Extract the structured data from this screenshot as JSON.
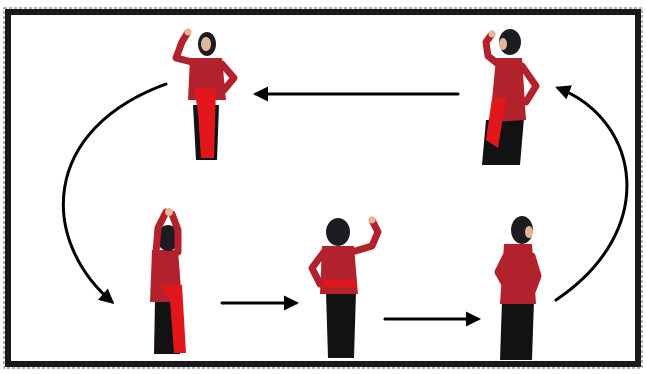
{
  "colors": {
    "background": "#ffffff",
    "frame": "#1a1a1a",
    "arrow": "#000000",
    "shirt": "#b3222c",
    "shirt_shadow": "#8d1820",
    "sash": "#e3161b",
    "pants": "#121212",
    "hijab": "#1c1c22",
    "skin": "#e2b79a"
  },
  "figures": [
    {
      "id": "figure-pose-top-left",
      "facing": "front",
      "raised_arm": "right"
    },
    {
      "id": "figure-pose-top-right",
      "facing": "side-right",
      "raised_arm": "right"
    },
    {
      "id": "figure-pose-bottom-left",
      "facing": "back",
      "raised_arm": "both"
    },
    {
      "id": "figure-pose-bottom-middle",
      "facing": "back",
      "raised_arm": "left"
    },
    {
      "id": "figure-pose-bottom-right",
      "facing": "side-left",
      "raised_arm": "none"
    }
  ],
  "arrows": [
    {
      "id": "arrow-top-right-to-top-left",
      "shape": "straight",
      "direction": "left"
    },
    {
      "id": "arrow-top-left-to-bottom-left",
      "shape": "curved",
      "direction": "down"
    },
    {
      "id": "arrow-bottom-left-to-bottom-middle",
      "shape": "straight",
      "direction": "right"
    },
    {
      "id": "arrow-bottom-middle-to-bottom-right",
      "shape": "straight",
      "direction": "right"
    },
    {
      "id": "arrow-bottom-right-to-top-right",
      "shape": "curved",
      "direction": "up"
    }
  ]
}
